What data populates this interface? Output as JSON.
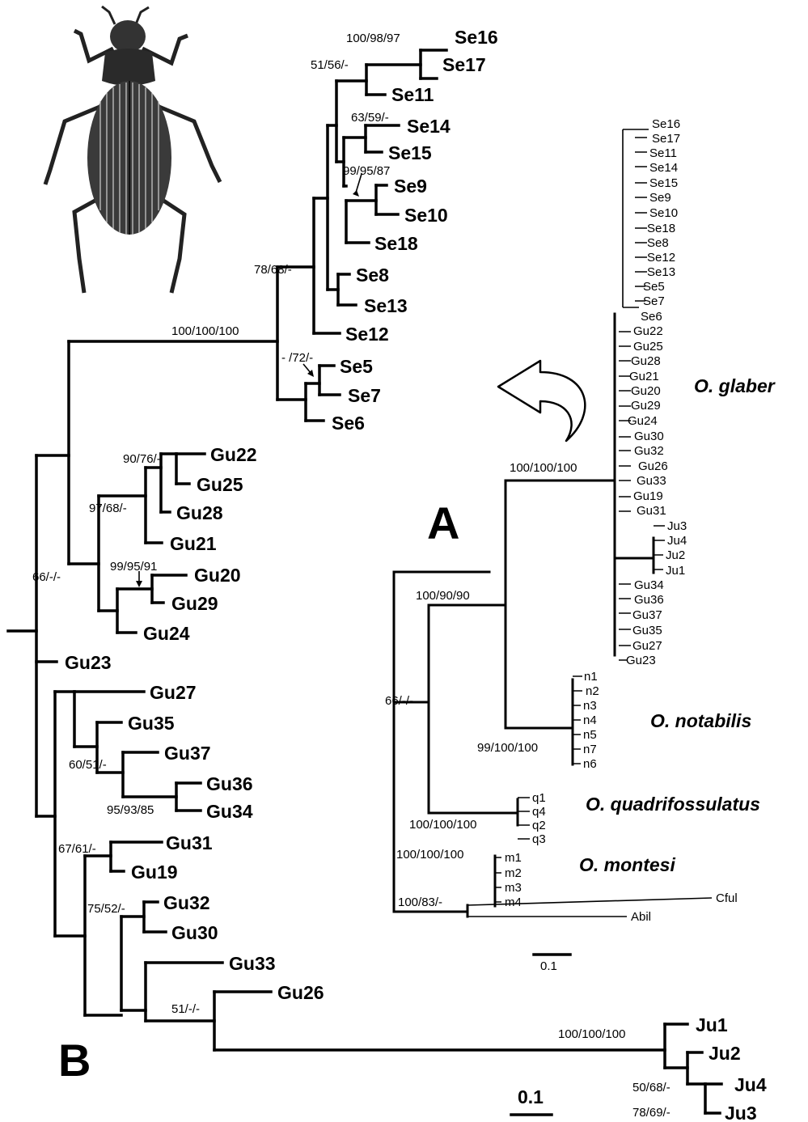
{
  "panel_labels": {
    "a": "A",
    "b": "B"
  },
  "species": {
    "glaber": "O. glaber",
    "notabilis": "O. notabilis",
    "quadrifossulatus": "O. quadrifossulatus",
    "montesi": "O. montesi"
  },
  "scale_bars": {
    "a": "0.1",
    "b": "0.1"
  },
  "tree_b": {
    "tips": [
      "Se16",
      "Se17",
      "Se11",
      "Se14",
      "Se15",
      "Se9",
      "Se10",
      "Se18",
      "Se8",
      "Se13",
      "Se12",
      "Se5",
      "Se7",
      "Se6",
      "Gu22",
      "Gu25",
      "Gu28",
      "Gu21",
      "Gu20",
      "Gu29",
      "Gu24",
      "Gu23",
      "Gu27",
      "Gu35",
      "Gu37",
      "Gu36",
      "Gu34",
      "Gu31",
      "Gu19",
      "Gu32",
      "Gu30",
      "Gu33",
      "Gu26",
      "Ju1",
      "Ju2",
      "Ju4",
      "Ju3"
    ],
    "supports": [
      "100/98/97",
      "51/56/-",
      "63/59/-",
      "99/95/87",
      "78/68/-",
      "100/100/100",
      "- /72/-",
      "90/76/-",
      "97/68/-",
      "99/95/91",
      "66/-/-",
      "60/51/-",
      "95/93/85",
      "67/61/-",
      "75/52/-",
      "51/-/-",
      "100/100/100",
      "50/68/-",
      "78/69/-"
    ]
  },
  "tree_a": {
    "tips": [
      "Se16",
      "Se17",
      "Se11",
      "Se14",
      "Se15",
      "Se9",
      "Se10",
      "Se18",
      "Se8",
      "Se12",
      "Se13",
      "Se5",
      "Se7",
      "Se6",
      "Gu22",
      "Gu25",
      "Gu28",
      "Gu21",
      "Gu20",
      "Gu29",
      "Gu24",
      "Gu30",
      "Gu32",
      "Gu26",
      "Gu33",
      "Gu19",
      "Gu31",
      "Ju3",
      "Ju4",
      "Ju2",
      "Ju1",
      "Gu34",
      "Gu36",
      "Gu37",
      "Gu35",
      "Gu27",
      "Gu23",
      "n1",
      "n2",
      "n3",
      "n4",
      "n5",
      "n7",
      "n6",
      "q1",
      "q4",
      "q2",
      "q3",
      "m1",
      "m2",
      "m3",
      "m4",
      "Cful",
      "Abil"
    ],
    "supports": [
      "100/100/100",
      "100/90/90",
      "66/-/-",
      "99/100/100",
      "100/100/100",
      "100/100/100",
      "100/83/-"
    ]
  },
  "icons": {
    "beetle": "beetle-illustration",
    "arrow": "curved-arrow-icon"
  }
}
